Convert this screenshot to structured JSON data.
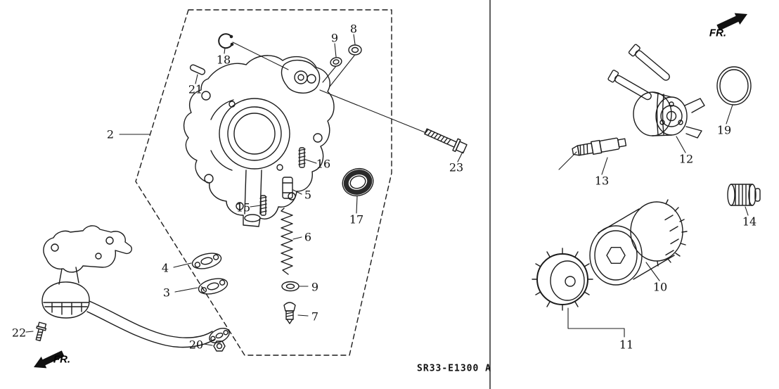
{
  "diagram": {
    "code": "SR33-E1300 A",
    "fr_front_left": "FR.",
    "fr_front_right": "FR.",
    "labels": {
      "part2": "2",
      "part3": "3",
      "part4": "4",
      "part5": "5",
      "part6": "6",
      "part7": "7",
      "part8": "8",
      "part9_top": "9",
      "part9_mid": "9",
      "part10": "10",
      "part11": "11",
      "part12": "12",
      "part13": "13",
      "part14": "14",
      "part15": "15",
      "part16": "16",
      "part17": "17",
      "part18": "18",
      "part19": "19",
      "part20": "20",
      "part21": "21",
      "part22": "22",
      "part23": "23"
    }
  }
}
